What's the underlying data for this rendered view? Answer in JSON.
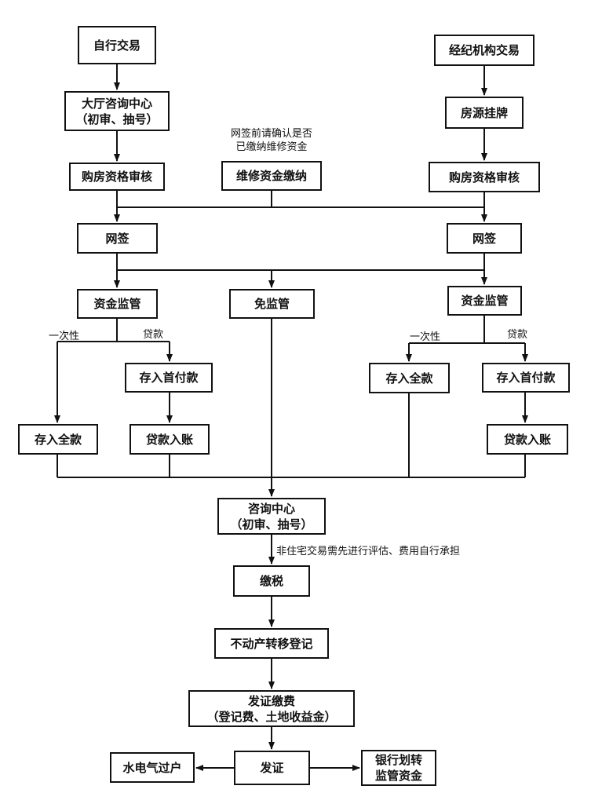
{
  "boxes": {
    "self_trade": "自行交易",
    "agency_trade": "经纪机构交易",
    "hall_center": [
      "大厅咨询中心",
      "（初审、抽号）"
    ],
    "listing": "房源挂牌",
    "qual_left": "购房资格审核",
    "maint_fund": "维修资金缴纳",
    "qual_right": "购房资格审核",
    "contract_left": "网签",
    "contract_right": "网签",
    "supervise_left": "资金监管",
    "exempt": "免监管",
    "supervise_right": "资金监管",
    "down_left": "存入首付款",
    "full_right": "存入全款",
    "down_right": "存入首付款",
    "full_left": "存入全款",
    "loan_left": "贷款入账",
    "loan_right": "贷款入账",
    "consult_center": [
      "咨询中心",
      "（初审、抽号）"
    ],
    "tax": "缴税",
    "transfer_reg": "不动产转移登记",
    "cert_fee": [
      "发证缴费",
      "（登记费、土地收益金）"
    ],
    "utilities": "水电气过户",
    "issue_cert": "发证",
    "bank_transfer": [
      "银行划转",
      "监管资金"
    ]
  },
  "notes": {
    "maint_note": [
      "网签前请确认是否",
      "已缴纳维修资金"
    ],
    "once_left": "一次性",
    "loan_label_left": "贷款",
    "once_right": "一次性",
    "loan_label_right": "贷款",
    "nonres_note": "非住宅交易需先进行评估、费用自行承担"
  }
}
